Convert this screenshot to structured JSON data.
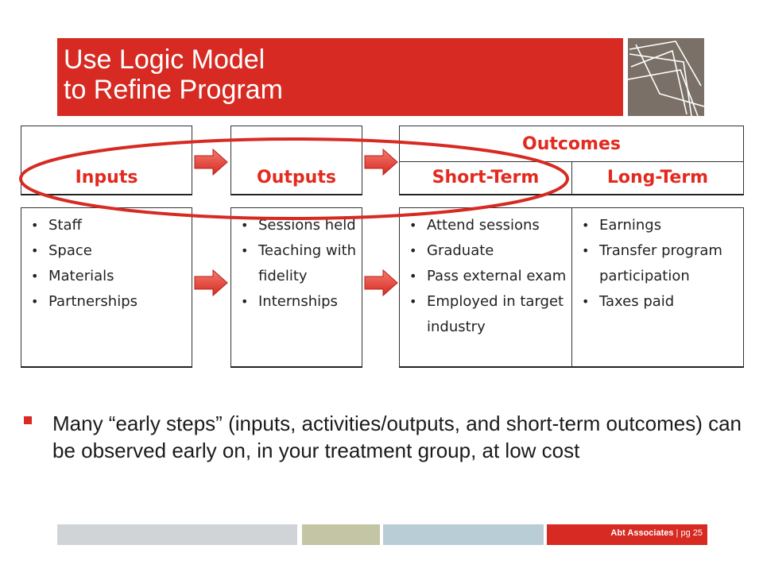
{
  "title": {
    "line1": "Use Logic Model",
    "line2": "to Refine Program"
  },
  "headers": {
    "outcomes": "Outcomes",
    "inputs": "Inputs",
    "outputs": "Outputs",
    "short_term": "Short-Term",
    "long_term": "Long-Term"
  },
  "columns": {
    "inputs": [
      "Staff",
      "Space",
      "Materials",
      "Partnerships"
    ],
    "outputs": [
      "Sessions held",
      "Teaching with fidelity",
      "Internships"
    ],
    "short_term": [
      "Attend sessions",
      "Graduate",
      "Pass external exam",
      "Employed in target industry"
    ],
    "long_term": [
      "Earnings",
      "Transfer program participation",
      "Taxes paid"
    ]
  },
  "bullet": "Many “early steps” (inputs, activities/outputs, and short-term outcomes) can be observed early on, in your treatment group, at low cost",
  "footer": {
    "brand": "Abt Associates",
    "page": "| pg 25"
  },
  "colors": {
    "accent_red": "#d62a22",
    "header_red": "#e22a1f",
    "logo_gray": "#7a7067"
  }
}
